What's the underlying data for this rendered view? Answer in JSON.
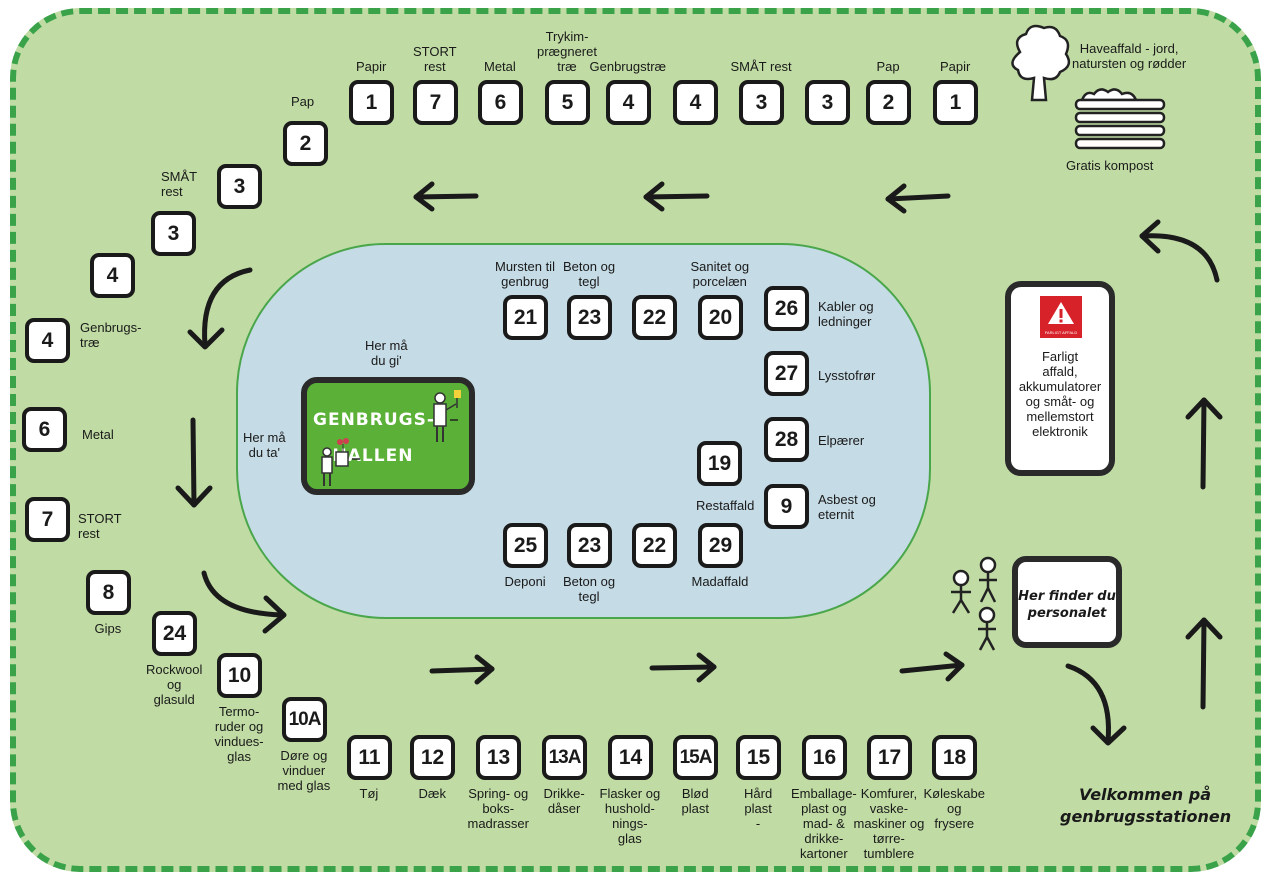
{
  "colors": {
    "ground": "#c0dca4",
    "border_dashes": "#3aa34a",
    "hall_zone": "#c5dbe5",
    "hall_fill": "#5bb037",
    "hazard_sign": "#d8222a",
    "ink": "#1a1a1a"
  },
  "top_row": [
    {
      "num": "1",
      "label": "Papir"
    },
    {
      "num": "7",
      "label": "STORT\nrest"
    },
    {
      "num": "6",
      "label": "Metal"
    },
    {
      "num": "5",
      "label": "Trykim-\nprægneret\ntræ"
    },
    {
      "num": "4",
      "label": "Genbrugstræ"
    },
    {
      "num": "4",
      "label": ""
    },
    {
      "num": "3",
      "label": "SMÅT rest"
    },
    {
      "num": "3",
      "label": ""
    },
    {
      "num": "2",
      "label": "Pap"
    },
    {
      "num": "1",
      "label": "Papir"
    }
  ],
  "left_side": [
    {
      "num": "2",
      "label": "Pap"
    },
    {
      "num": "3",
      "label": "SMÅT\nrest"
    },
    {
      "num": "3",
      "label": ""
    },
    {
      "num": "4",
      "label": ""
    },
    {
      "num": "4",
      "label": "Genbrugs-\ntræ"
    },
    {
      "num": "6",
      "label": "Metal"
    },
    {
      "num": "7",
      "label": "STORT\nrest"
    },
    {
      "num": "8",
      "label": "Gips"
    },
    {
      "num": "24",
      "label": "Rockwool\nog\nglasuld"
    },
    {
      "num": "10",
      "label": "Termo-\nruder og\nvindues-\nglas"
    },
    {
      "num": "10A",
      "label": "Døre og\nvinduer\nmed glas"
    }
  ],
  "bottom_row": [
    {
      "num": "11",
      "label": "Tøj"
    },
    {
      "num": "12",
      "label": "Dæk"
    },
    {
      "num": "13",
      "label": "Spring- og\nboks-\nmadrasser"
    },
    {
      "num": "13A",
      "label": "Drikke-\ndåser"
    },
    {
      "num": "14",
      "label": "Flasker og\nhushold-\nnings-\nglas"
    },
    {
      "num": "15A",
      "label": "Blød\nplast"
    },
    {
      "num": "15",
      "label": "Hård\nplast\n-"
    },
    {
      "num": "16",
      "label": "Emballage-\nplast og\nmad- &\ndrikke-\nkartoner"
    },
    {
      "num": "17",
      "label": "Komfurer,\nvaske-\nmaskiner og\ntørre-\ntumblere"
    },
    {
      "num": "18",
      "label": "Køleskabe\nog\nfrysere"
    }
  ],
  "center_top": [
    {
      "num": "21",
      "label": "Mursten til\ngenbrug"
    },
    {
      "num": "23",
      "label": "Beton og\ntegl"
    },
    {
      "num": "22",
      "label": ""
    },
    {
      "num": "20",
      "label": "Sanitet og\nporcelæn"
    }
  ],
  "center_right": [
    {
      "num": "26",
      "label": "Kabler og\nledninger"
    },
    {
      "num": "27",
      "label": "Lysstofrør"
    },
    {
      "num": "28",
      "label": "Elpærer"
    },
    {
      "num": "9",
      "label": "Asbest og\neternit"
    }
  ],
  "center_mid": {
    "num": "19",
    "label": "Restaffald"
  },
  "center_bottom": [
    {
      "num": "25",
      "label": "Deponi"
    },
    {
      "num": "23",
      "label": "Beton og\ntegl"
    },
    {
      "num": "22",
      "label": ""
    },
    {
      "num": "29",
      "label": "Madaffald"
    }
  ],
  "hall": {
    "title": "GENBRUGS-\nHALLEN",
    "give_label": "Her må\ndu gi'",
    "take_label": "Her må\ndu ta'"
  },
  "garden": {
    "waste_label": "Haveaffald - jord,\nnatursten og rødder",
    "compost_label": "Gratis kompost",
    "tree_icon": "tree-icon",
    "compost_icon": "compost-pile-icon"
  },
  "hazard": {
    "sign_text": "FARLIGT AFFALD",
    "text": "Farligt\naffald,\nakkumulatorer\nog småt- og\nmellemstort\nelektronik"
  },
  "staff": {
    "text": "Her finder du\npersonalet",
    "icon": "people-icon"
  },
  "welcome": "Velkommen på\ngenbrugsstationen"
}
